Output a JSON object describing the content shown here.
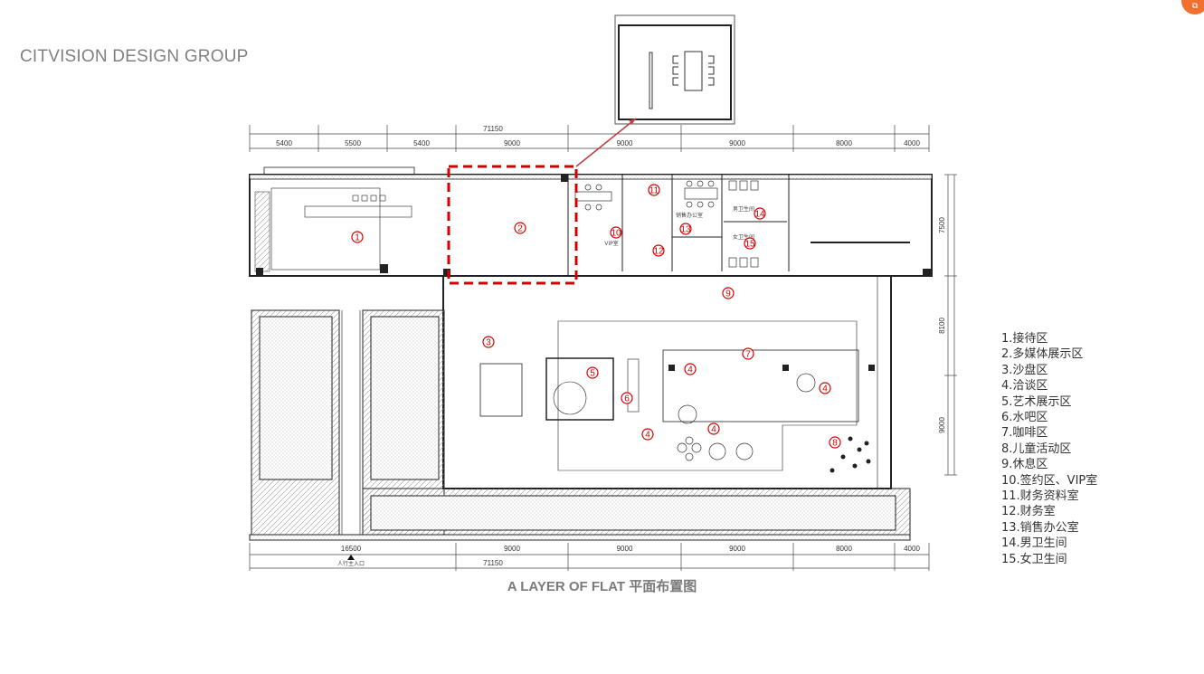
{
  "brand": "CITVISION DESIGN GROUP",
  "caption": "A LAYER OF FLAT 平面布置图",
  "corner_icon": "app-badge-icon",
  "dimensions": {
    "top_total": "71150",
    "top_segments": [
      "5400",
      "5500",
      "5400",
      "9000",
      "9000",
      "9000",
      "8000",
      "4000"
    ],
    "bottom_segments": [
      "16500",
      "9000",
      "9000",
      "9000",
      "8000",
      "4000"
    ],
    "bottom_total": "71150",
    "right_segments": [
      "7500",
      "8100",
      "9000"
    ]
  },
  "entrance_label": "人行主入口",
  "room_labels": {
    "vip": "VIP室",
    "office": "销售办公室",
    "men": "男卫生间",
    "women": "女卫生间"
  },
  "markers": [
    "1",
    "2",
    "3",
    "4",
    "4",
    "4",
    "4",
    "5",
    "6",
    "7",
    "8",
    "9",
    "10",
    "11",
    "12",
    "13",
    "14",
    "15"
  ],
  "legend": [
    "1.接待区",
    "2.多媒体展示区",
    "3.沙盘区",
    "4.洽谈区",
    "5.艺术展示区",
    "6.水吧区",
    "7.咖啡区",
    "8.儿童活动区",
    "9.休息区",
    "10.签约区、VIP室",
    "11.财务资料室",
    "12.财务室",
    "13.销售办公室",
    "14.男卫生间",
    "15.女卫生间"
  ],
  "colors": {
    "highlight": "#d40000",
    "text": "#808080",
    "badge": "#f07030"
  }
}
